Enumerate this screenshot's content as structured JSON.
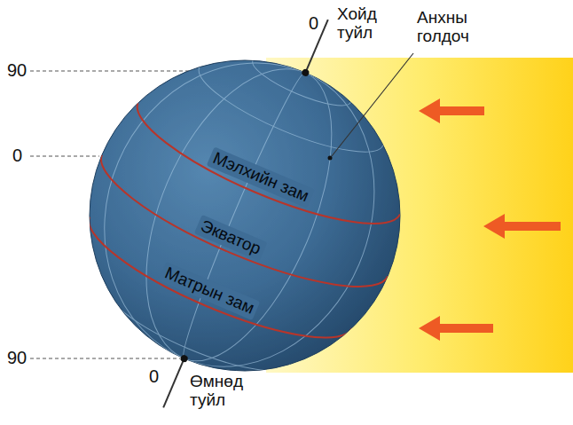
{
  "diagram": {
    "labels": [
      "0",
      "Хойд туйл",
      "Анхны голдоч",
      "90",
      "0",
      "Мэлхийн зам",
      "Экватор",
      "Матрын зам",
      "90",
      "0",
      "Өмнөд туйл"
    ]
  }
}
